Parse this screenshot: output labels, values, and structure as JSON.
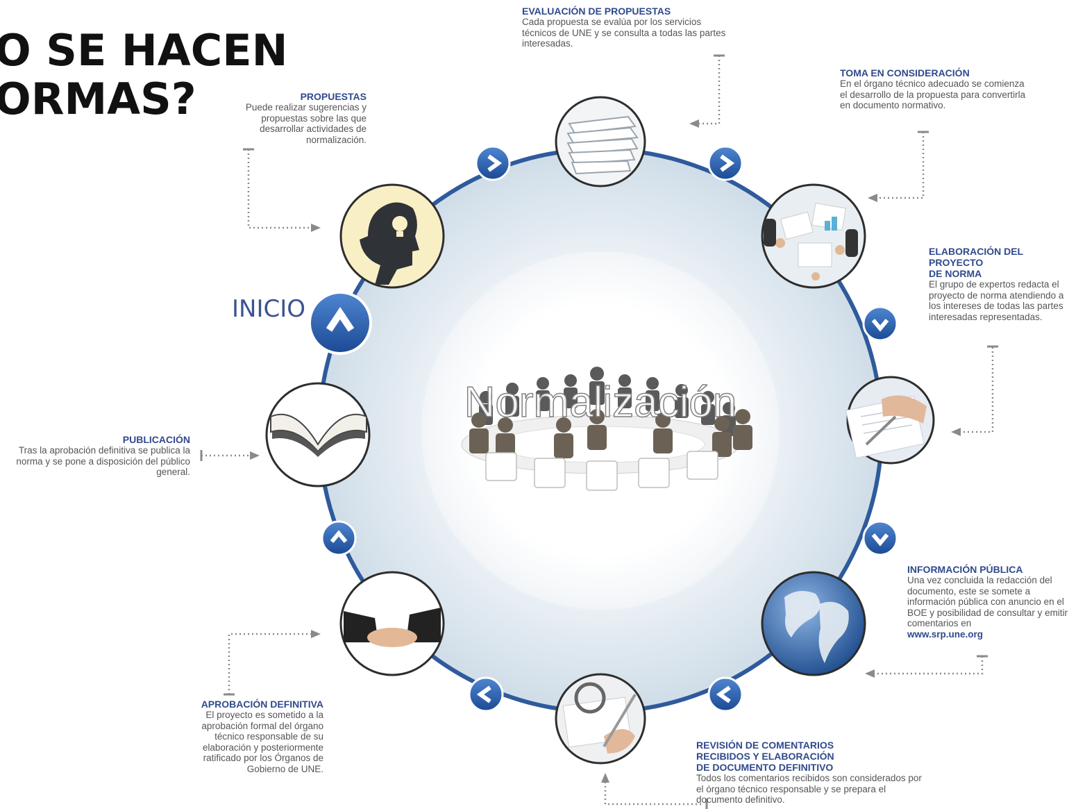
{
  "title": {
    "line1": "O SE HACEN",
    "line2": "ORMAS?"
  },
  "center_label": "Normalización",
  "start_label": "INICIO",
  "steps": {
    "evaluacion": {
      "title": "EVALUACIÓN DE PROPUESTAS",
      "body": "Cada propuesta se evalúa por los servicios técnicos de UNE y se consulta a todas las partes interesadas."
    },
    "toma": {
      "title": "TOMA EN CONSIDERACIÓN",
      "body": "En el órgano técnico adecuado se comienza el desarrollo de la propuesta para convertirla en documento normativo."
    },
    "elaboracion": {
      "title_lines": [
        "ELABORACIÓN DEL",
        "PROYECTO",
        "DE NORMA"
      ],
      "body": "El grupo de expertos redacta el proyecto de norma atendiendo a los intereses de todas las partes interesadas representadas."
    },
    "informacion": {
      "title": "INFORMACIÓN PÚBLICA",
      "body": "Una vez concluida la redacción del documento, este se somete a información pública con anuncio en el BOE y posibilidad de consultar y emitir comentarios en",
      "url": "www.srp.une.org"
    },
    "revision": {
      "title_lines": [
        "REVISIÓN DE COMENTARIOS",
        "RECIBIDOS Y ELABORACIÓN",
        "DE DOCUMENTO DEFINITIVO"
      ],
      "body": "Todos los comentarios recibidos son considerados por el órgano técnico responsable y se prepara el documento definitivo."
    },
    "aprobacion": {
      "title": "APROBACIÓN DEFINITIVA",
      "body": "El proyecto es sometido a la aprobación formal del órgano técnico responsable de su elaboración y posteriormente ratificado por los Órganos de Gobierno de UNE."
    },
    "publicacion": {
      "title": "PUBLICACIÓN",
      "body": "Tras la aprobación definitiva se publica la norma y se pone a disposición del público general."
    },
    "propuestas": {
      "title": "PROPUESTAS",
      "body": "Puede realizar sugerencias y propuestas sobre las que desarrollar actividades de normalización."
    }
  },
  "colors": {
    "ring": "#2f5a9c",
    "heading": "#2f4a8c",
    "badge": "#2c5fb0",
    "disc": "#dbe6ee",
    "dotted": "#8a8a8a"
  }
}
